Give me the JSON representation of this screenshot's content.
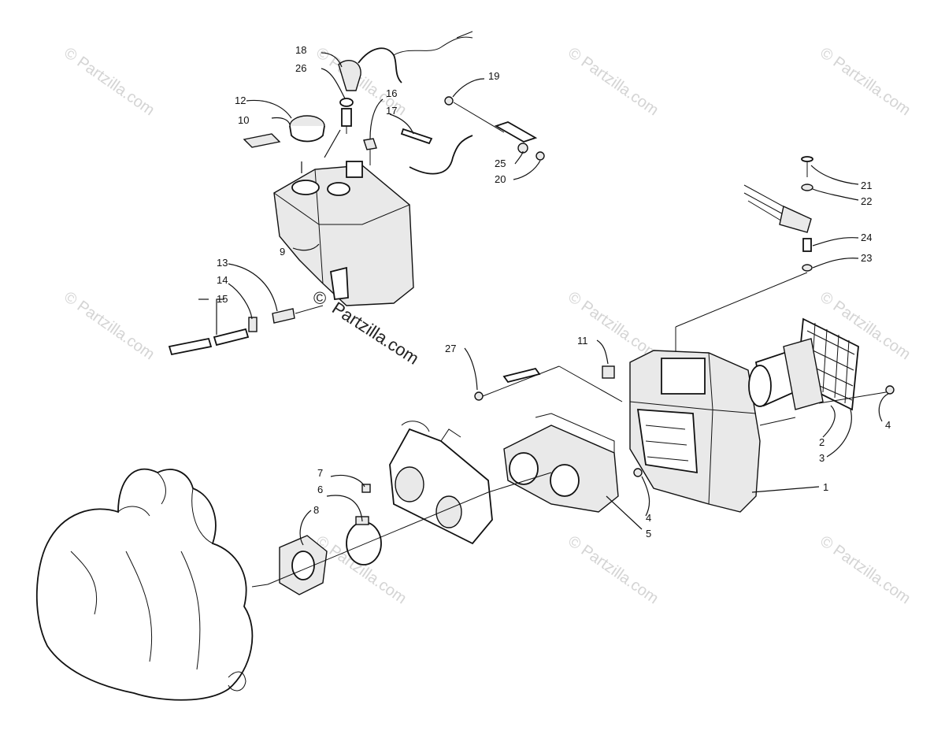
{
  "watermark": {
    "repeat_text": "© Partzilla.com",
    "center_copyright": "©",
    "center_text": "Partzilla.com"
  },
  "callouts": [
    {
      "id": "c1",
      "label": "1"
    },
    {
      "id": "c2",
      "label": "2"
    },
    {
      "id": "c3",
      "label": "3"
    },
    {
      "id": "c4a",
      "label": "4"
    },
    {
      "id": "c4b",
      "label": "4"
    },
    {
      "id": "c5",
      "label": "5"
    },
    {
      "id": "c6",
      "label": "6"
    },
    {
      "id": "c7",
      "label": "7"
    },
    {
      "id": "c8",
      "label": "8"
    },
    {
      "id": "c9",
      "label": "9"
    },
    {
      "id": "c10",
      "label": "10"
    },
    {
      "id": "c11",
      "label": "11"
    },
    {
      "id": "c12",
      "label": "12"
    },
    {
      "id": "c13",
      "label": "13"
    },
    {
      "id": "c14",
      "label": "14"
    },
    {
      "id": "c15",
      "label": "15"
    },
    {
      "id": "c16",
      "label": "16"
    },
    {
      "id": "c17",
      "label": "17"
    },
    {
      "id": "c18",
      "label": "18"
    },
    {
      "id": "c19",
      "label": "19"
    },
    {
      "id": "c20",
      "label": "20"
    },
    {
      "id": "c21",
      "label": "21"
    },
    {
      "id": "c22",
      "label": "22"
    },
    {
      "id": "c23",
      "label": "23"
    },
    {
      "id": "c24",
      "label": "24"
    },
    {
      "id": "c25",
      "label": "25"
    },
    {
      "id": "c26",
      "label": "26"
    },
    {
      "id": "c27",
      "label": "27"
    }
  ]
}
